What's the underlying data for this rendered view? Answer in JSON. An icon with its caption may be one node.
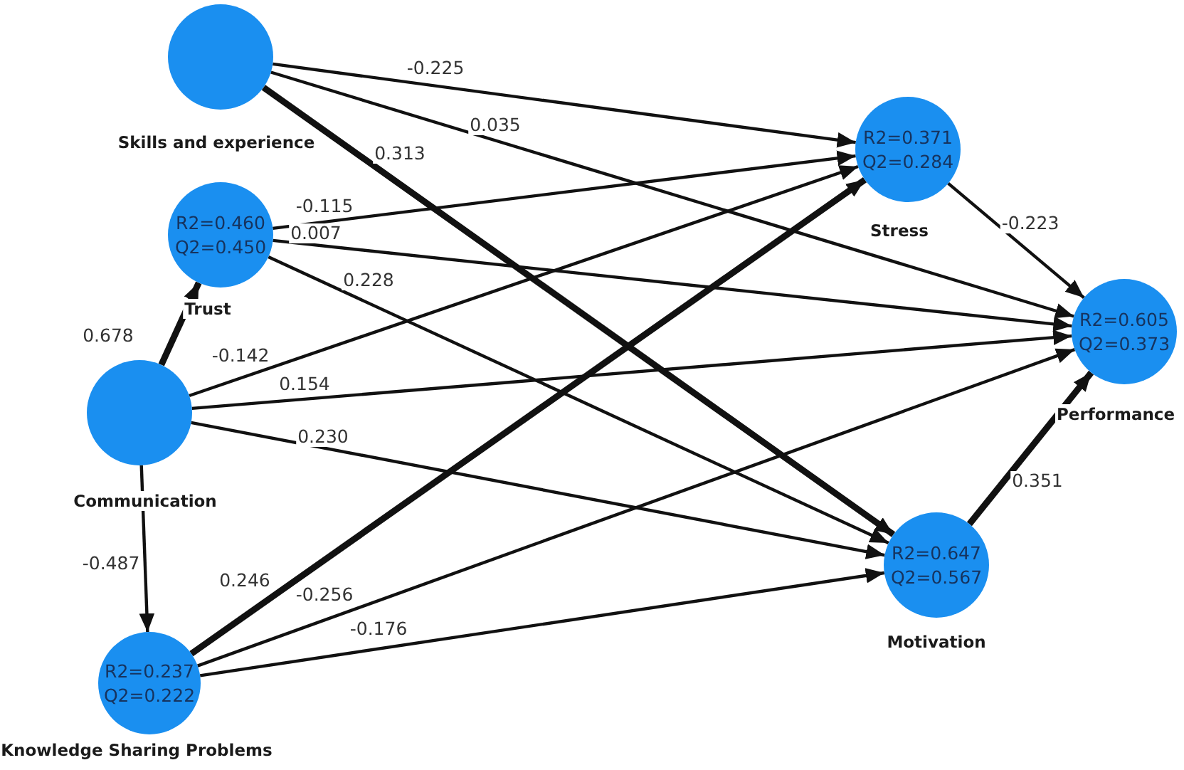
{
  "diagram": {
    "nodes": [
      {
        "text": [],
        "shape": "circle",
        "beside": [
          "Skills and experience"
        ]
      },
      {
        "text": [
          "R2=0.460",
          "Q2=0.450"
        ],
        "beside": [
          "Trust"
        ]
      },
      {
        "text": [],
        "shape": "circle",
        "beside": [
          "Communication"
        ]
      },
      {
        "text": [
          "R2=0.237",
          "Q2=0.222"
        ],
        "beside": [
          "Knowledge Sharing Problems"
        ]
      },
      {
        "text": [
          "R2=0.371",
          "Q2=0.284"
        ],
        "beside": [
          "Stress"
        ]
      },
      {
        "text": [
          "R2=0.605",
          "Q2=0.373"
        ],
        "beside": [
          "Performance"
        ]
      },
      {
        "text": [
          "R2=0.647",
          "Q2=0.567"
        ],
        "beside": [
          "Motivation"
        ]
      }
    ],
    "edges": [
      {
        "from": 0,
        "to": 4,
        "arrow": "to",
        "label": "-0.225"
      },
      {
        "from": 0,
        "to": 5,
        "arrow": "to",
        "label": "0.035"
      },
      {
        "from": 0,
        "to": 6,
        "arrow": "to",
        "label": "0.313",
        "style": "thick"
      },
      {
        "from": 1,
        "to": 4,
        "arrow": "to",
        "label": "-0.115"
      },
      {
        "from": 1,
        "to": 5,
        "arrow": "to",
        "label": "0.007"
      },
      {
        "from": 1,
        "to": 6,
        "arrow": "to",
        "label": "0.228"
      },
      {
        "from": 2,
        "to": 1,
        "arrow": "to",
        "label": "0.678",
        "style": "thick"
      },
      {
        "from": 2,
        "to": 4,
        "arrow": "to",
        "label": "-0.142"
      },
      {
        "from": 2,
        "to": 5,
        "arrow": "to",
        "label": "0.154"
      },
      {
        "from": 2,
        "to": 6,
        "arrow": "to",
        "label": "0.230"
      },
      {
        "from": 2,
        "to": 3,
        "arrow": "to",
        "label": "-0.487"
      },
      {
        "from": 3,
        "to": 4,
        "arrow": "to",
        "label": "0.246",
        "style": "thick"
      },
      {
        "from": 3,
        "to": 5,
        "arrow": "to",
        "label": "-0.256"
      },
      {
        "from": 3,
        "to": 6,
        "arrow": "to",
        "label": "-0.176"
      },
      {
        "from": 4,
        "to": 5,
        "arrow": "to",
        "label": "-0.223"
      },
      {
        "from": 6,
        "to": 5,
        "arrow": "to",
        "label": "0.351",
        "style": "thick"
      }
    ]
  }
}
